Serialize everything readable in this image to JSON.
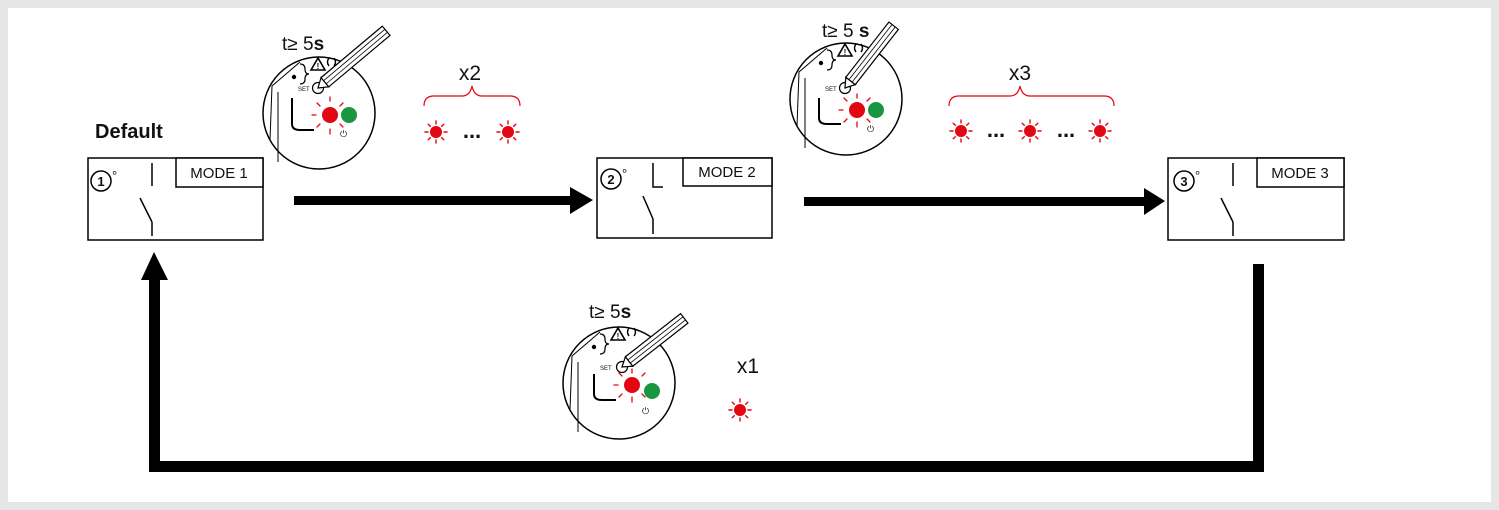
{
  "default_label": "Default",
  "modes": [
    {
      "number": "1",
      "degree": "°",
      "label": "MODE 1"
    },
    {
      "number": "2",
      "degree": "°",
      "label": "MODE 2"
    },
    {
      "number": "3",
      "degree": "°",
      "label": "MODE 3"
    }
  ],
  "steps": [
    {
      "time_prefix": "t≥ 5",
      "time_unit": "s",
      "set_label": "SET",
      "blink_count": "x2",
      "ellipsis": "..."
    },
    {
      "time_prefix": "t≥ 5 ",
      "time_unit": "s",
      "set_label": "SET",
      "blink_count": "x3",
      "ellipsis": "..."
    },
    {
      "time_prefix": "t≥ 5",
      "time_unit": "s",
      "set_label": "SET",
      "blink_count": "x1"
    }
  ],
  "colors": {
    "frame": "#e6e6e6",
    "led_red": "#e30613",
    "led_green": "#1a9641",
    "brace": "#e30613",
    "arrow": "#000000"
  }
}
